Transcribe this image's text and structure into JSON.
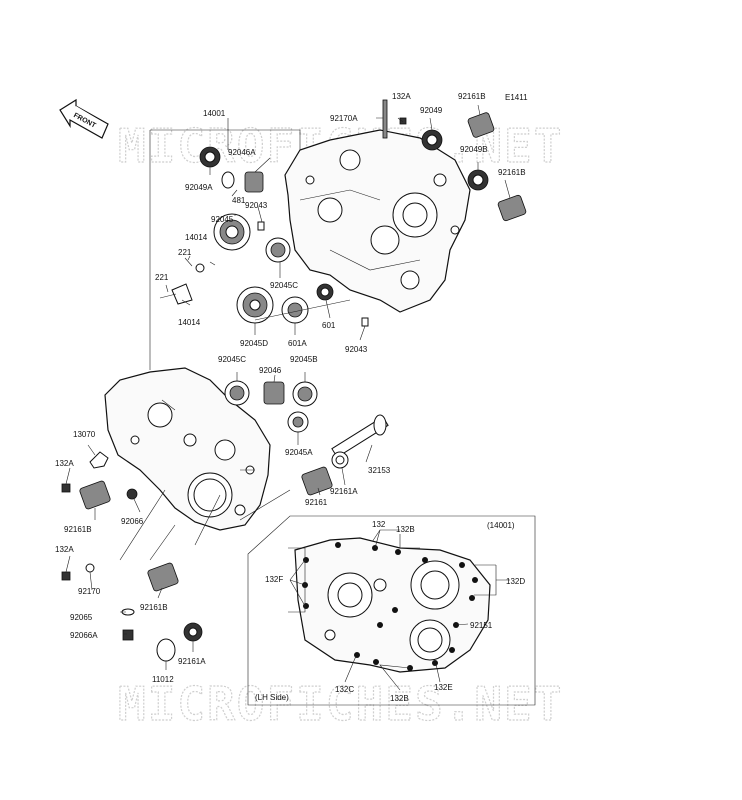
{
  "diagram": {
    "code": "E1411",
    "front_label": "FRONT",
    "inset_title": "(14001)",
    "inset_side": "(LH Side)",
    "watermark": "MICROFICHES.NET",
    "labels": {
      "p14001": "14001",
      "p92049A": "92049A",
      "p92046A": "92046A",
      "p481": "481",
      "p92043a": "92043",
      "p92045": "92045",
      "p14014a": "14014",
      "p221a": "221",
      "p221b": "221",
      "p14014b": "14014",
      "p92045C_a": "92045C",
      "p92045D": "92045D",
      "p601A": "601A",
      "p601": "601",
      "p92043b": "92043",
      "p132A_a": "132A",
      "p92170A": "92170A",
      "p92049": "92049",
      "p92161B_a": "92161B",
      "p92049B": "92049B",
      "p92161B_b": "92161B",
      "p92045C_b": "92045C",
      "p92046": "92046",
      "p92045B": "92045B",
      "p92045A": "92045A",
      "p13070": "13070",
      "p132A_b": "132A",
      "p92161B_c": "92161B",
      "p92066": "92066",
      "p132A_c": "132A",
      "p92170": "92170",
      "p92065": "92065",
      "p92066A": "92066A",
      "p92161B_d": "92161B",
      "p11012": "11012",
      "p92161A_a": "92161A",
      "p92161": "92161",
      "p92161A_b": "92161A",
      "p32153": "32153",
      "i132": "132",
      "i132B_a": "132B",
      "i132F": "132F",
      "i132D": "132D",
      "i92151": "92151",
      "i132C": "132C",
      "i132B_b": "132B",
      "i132E": "132E"
    }
  }
}
